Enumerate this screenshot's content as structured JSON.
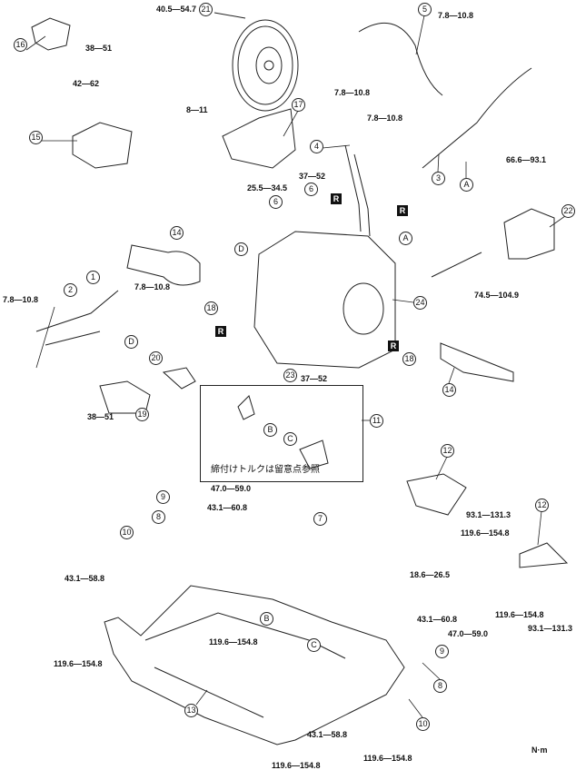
{
  "callouts": {
    "c1": "1",
    "c2": "2",
    "c3": "3",
    "c4": "4",
    "c5": "5",
    "c6a": "6",
    "c6b": "6",
    "c7": "7",
    "c8a": "8",
    "c8b": "8",
    "c9a": "9",
    "c9b": "9",
    "c10a": "10",
    "c10b": "10",
    "c11": "11",
    "c12a": "12",
    "c12b": "12",
    "c13": "13",
    "c14a": "14",
    "c14b": "14",
    "c15": "15",
    "c16": "16",
    "c17": "17",
    "c18a": "18",
    "c18b": "18",
    "c19": "19",
    "c20": "20",
    "c21": "21",
    "c22": "22",
    "c23": "23",
    "c24": "24",
    "A1": "A",
    "A2": "A",
    "B1": "B",
    "B2": "B",
    "C1": "C",
    "C2": "C",
    "D1": "D",
    "D2": "D"
  },
  "replace_mark": "R",
  "torques": {
    "t21": "40.5—54.7",
    "t16": "38—51",
    "t15": "42—62",
    "t17": "8—11",
    "t5a": "7.8—10.8",
    "t5b": "7.8—10.8",
    "t4": "7.8—10.8",
    "t22": "66.6—93.1",
    "t6a": "37—52",
    "t6b": "25.5—34.5",
    "t22b": "74.5—104.9",
    "t1": "7.8—10.8",
    "t2": "7.8—10.8",
    "t23": "37—52",
    "t19": "38—51",
    "t9a": "47.0—59.0",
    "t8a": "43.1—60.8",
    "t10a": "43.1—58.8",
    "t7": "18.6—26.5",
    "t12a": "93.1—131.3",
    "t12b": "119.6—154.8",
    "t12c": "119.6—154.8",
    "t12d": "93.1—131.3",
    "t13a": "119.6—154.8",
    "t13b": "119.6—154.8",
    "t13c": "119.6—154.8",
    "t13d": "119.6—154.8",
    "t8b": "43.1—60.8",
    "t9b": "47.0—59.0",
    "t10b": "43.1—58.8"
  },
  "inset_note": "締付けトルクは留意点参照",
  "unit": "N·m"
}
